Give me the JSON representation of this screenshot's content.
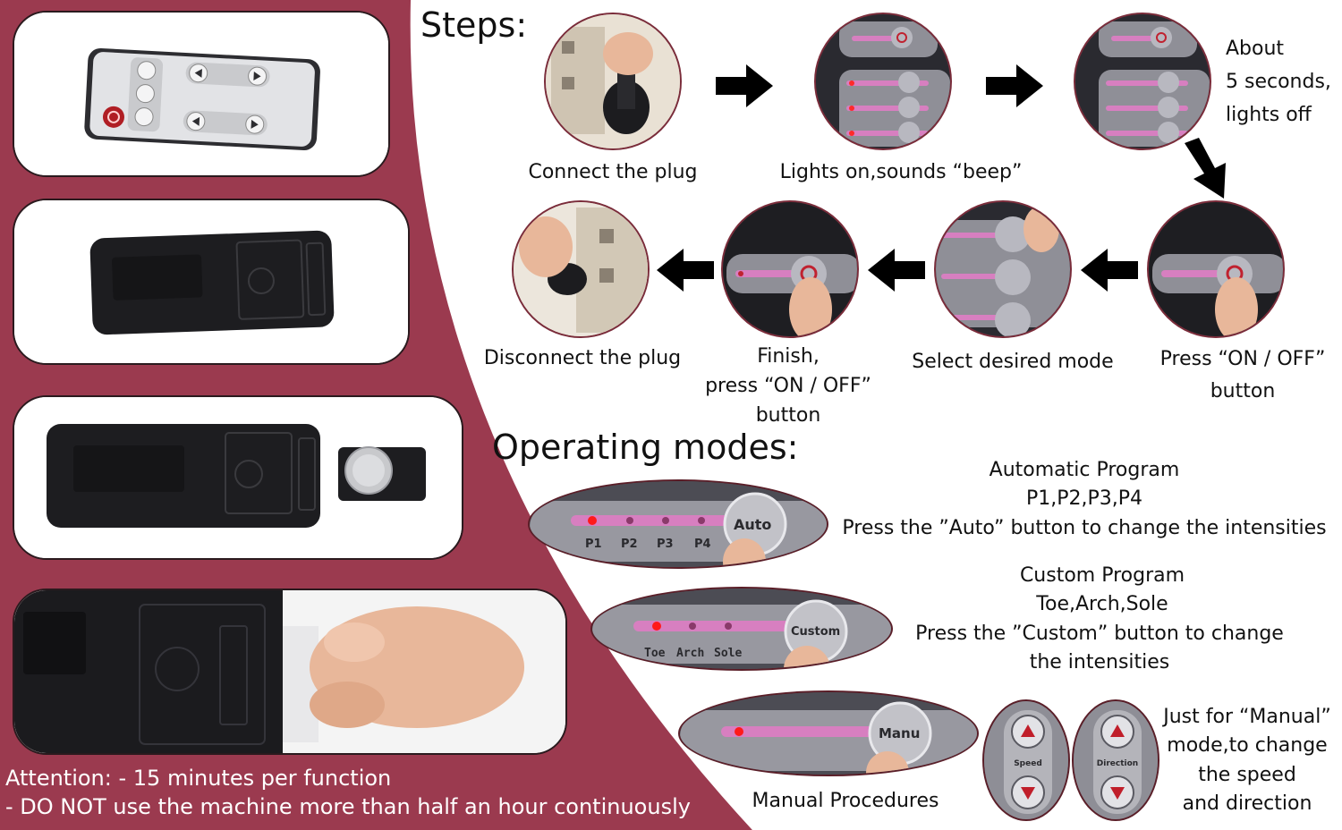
{
  "colors": {
    "maroon": "#9b3a4f",
    "white": "#ffffff",
    "dark": "#2b2b30",
    "pink": "#d77fc0"
  },
  "steps": {
    "title": "Steps:",
    "connect": "Connect the plug",
    "lights_on": "Lights on,sounds “beep”",
    "lights_off": [
      "About",
      "5 seconds,",
      "lights off"
    ],
    "press_on": [
      "Press “ON / OFF”",
      "button"
    ],
    "select_mode": "Select desired mode",
    "finish": [
      "Finish,",
      "press “ON / OFF”",
      "button"
    ],
    "disconnect": "Disconnect the plug"
  },
  "panel": {
    "auto": "Auto",
    "custom": "Custom",
    "manu": "Manu",
    "p_labels": [
      "P1",
      "P2",
      "P3",
      "P4"
    ],
    "zone_labels": [
      "Toe",
      "Arch",
      "Sole"
    ],
    "speed": "Speed",
    "direction": "Direction"
  },
  "modes": {
    "title": "Operating modes:",
    "auto": [
      "Automatic Program",
      "P1,P2,P3,P4",
      "Press the ”Auto” button to change the intensities"
    ],
    "custom": [
      "Custom Program",
      "Toe,Arch,Sole",
      "Press the ”Custom” button to change",
      "the intensities"
    ],
    "manual_label": "Manual Procedures",
    "manual_note": [
      "Just for “Manual”",
      "mode,to change",
      "the speed",
      "and direction"
    ]
  },
  "attention": {
    "line1": "Attention: - 15 minutes per function",
    "line2": "- DO NOT use the machine more than half an hour continuously"
  }
}
